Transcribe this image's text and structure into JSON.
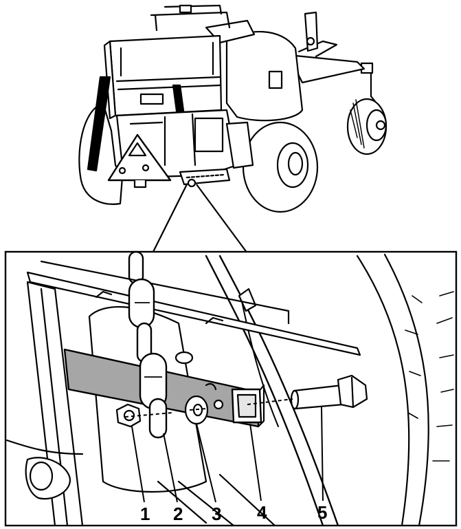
{
  "figure": {
    "callouts": [
      {
        "id": "1",
        "label": "1"
      },
      {
        "id": "2",
        "label": "2"
      },
      {
        "id": "3",
        "label": "3"
      },
      {
        "id": "4",
        "label": "4"
      },
      {
        "id": "5",
        "label": "5"
      }
    ]
  },
  "colors": {
    "line": "#000000",
    "paper": "#ffffff",
    "part_fill": "#a6a6a6",
    "light_fill": "#e6e6e6"
  }
}
